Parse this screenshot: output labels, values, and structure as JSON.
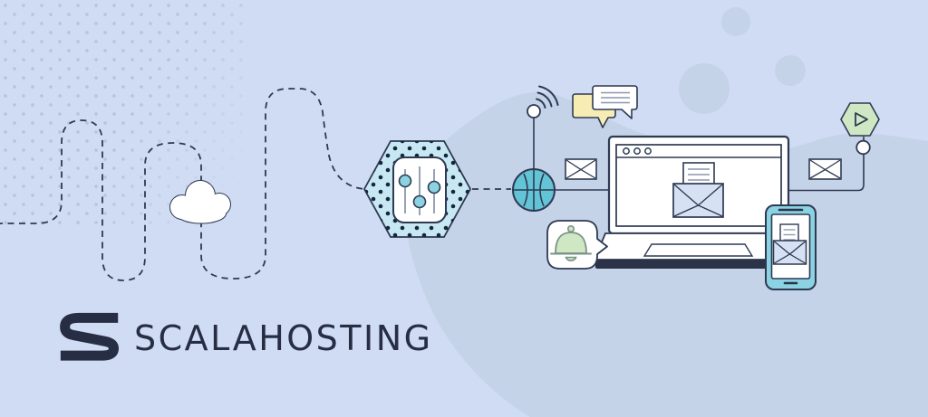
{
  "brand": {
    "logo_text": "SCALAHOSTING"
  },
  "colors": {
    "background": "#cfdcf3",
    "background_blob": "#c5d3e9",
    "pattern_dots": "#b7c6df",
    "outline": "#2e3a52",
    "globe_teal": "#63c4d6",
    "phone_teal": "#8bd2e2",
    "hexagon_fill": "#c7e7f3",
    "chat_yellow": "#f6ecb4",
    "bell_green": "#cfe7c2",
    "bell_outline": "#7a9387",
    "envelope_fill": "#d7e1f4",
    "laptop_bar": "#2b3348",
    "logo_navy": "#272e44"
  },
  "illustration": {
    "description": "Email hosting flow illustration",
    "icons": [
      {
        "name": "cloud-icon",
        "shape": "white outlined cloud on dashed path"
      },
      {
        "name": "equalizer-hexagon-icon",
        "shape": "dotted hexagon with three vertical sliders"
      },
      {
        "name": "globe-icon",
        "shape": "teal globe with meridians"
      },
      {
        "name": "wifi-icon",
        "shape": "three arcs over small circle"
      },
      {
        "name": "chat-bubbles-icon",
        "shape": "yellow and white speech bubbles"
      },
      {
        "name": "envelope-icon-left",
        "shape": "closed white envelope"
      },
      {
        "name": "browser-email-icon",
        "shape": "laptop browser window with open envelope letter"
      },
      {
        "name": "notification-bell-icon",
        "shape": "green bell in speech bubble"
      },
      {
        "name": "phone-email-icon",
        "shape": "teal smartphone with open envelope letter"
      },
      {
        "name": "envelope-icon-right",
        "shape": "closed white envelope"
      },
      {
        "name": "play-video-hexagon-icon",
        "shape": "green hexagon with play triangle"
      }
    ]
  }
}
